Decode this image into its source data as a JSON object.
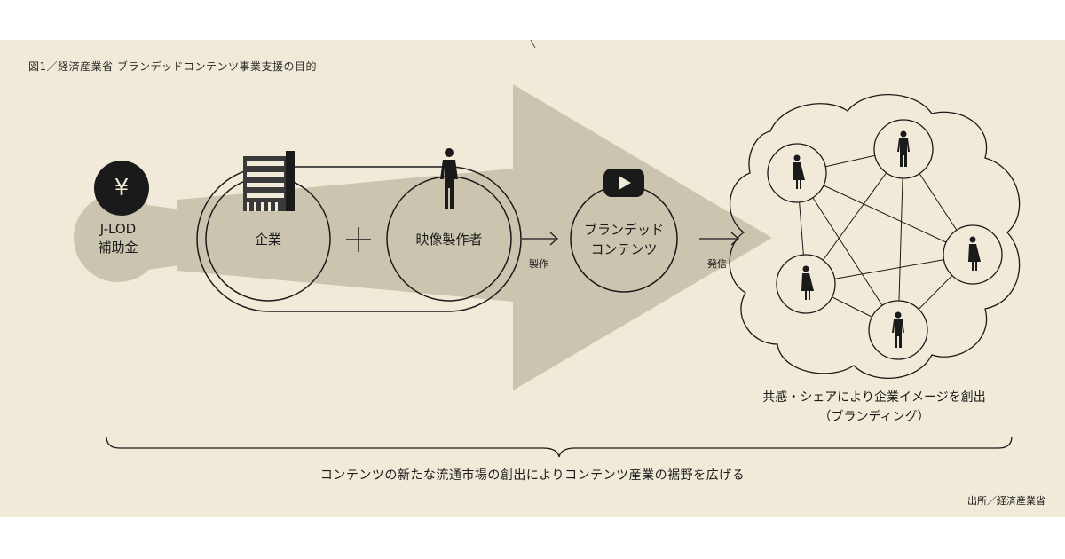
{
  "caption": "図1／経済産業省 ブランデッドコンテンツ事業支援の目的",
  "nodes": {
    "subsidy_line1": "J-LOD",
    "subsidy_line2": "補助金",
    "subsidy_symbol": "¥",
    "company": "企業",
    "plus": "+",
    "producer": "映像製作者",
    "branded_line1": "ブランデッド",
    "branded_line2": "コンテンツ"
  },
  "edges": {
    "produce": "製作",
    "publish": "発信"
  },
  "network": {
    "caption_line1": "共感・シェアにより企業イメージを創出",
    "caption_line2": "（ブランディング）"
  },
  "bottom_text": "コンテンツの新たな流通市場の創出によりコンテンツ産業の裾野を広げる",
  "source": "出所／経済産業省",
  "colors": {
    "panel": "#f1ead8",
    "arrow": "#cbc5b0",
    "ink": "#1a1a1a"
  },
  "icons": [
    "yen-icon",
    "building-icon",
    "person-icon",
    "play-button-icon",
    "woman-icon",
    "man-icon",
    "cloud-icon"
  ]
}
